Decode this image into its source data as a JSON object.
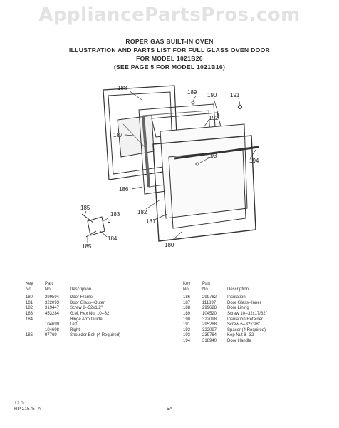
{
  "watermark": "AppliancePartsPros.com",
  "header": {
    "line1": "ROPER GAS BUILT-IN OVEN",
    "line2": "ILLUSTRATION AND PARTS LIST FOR FULL GLASS OVEN DOOR",
    "line3": "FOR MODEL 1021B26",
    "line4": "(SEE PAGE 5 FOR MODEL 1021B16)"
  },
  "callouts": [
    "188",
    "189",
    "190",
    "191",
    "187",
    "192",
    "193",
    "194",
    "186",
    "185",
    "183",
    "182",
    "181",
    "184",
    "185",
    "180"
  ],
  "table_headers": {
    "key_line1": "Key",
    "key_line2": "No.",
    "part_line1": "Part",
    "part_line2": "No.",
    "description": "Description"
  },
  "parts_left": [
    {
      "key": "180",
      "part": "299594",
      "desc": "Door Frame"
    },
    {
      "key": "181",
      "part": "322093",
      "desc": "Door Glass--Outer"
    },
    {
      "key": "182",
      "part": "319447",
      "desc": "Screw 8--32x1/2\""
    },
    {
      "key": "183",
      "part": "453284",
      "desc": "G.M. Hex Nut 10--32"
    },
    {
      "key": "184",
      "part": "",
      "desc": "Hinge Arm Guide"
    },
    {
      "key": "",
      "part": "104699",
      "desc": "Left"
    },
    {
      "key": "",
      "part": "104698",
      "desc": "Right"
    },
    {
      "key": "185",
      "part": "97769",
      "desc": "Shoulder Bolt (4 Required)"
    }
  ],
  "parts_right": [
    {
      "key": "186",
      "part": "299782",
      "desc": "Insulation"
    },
    {
      "key": "187",
      "part": "111897",
      "desc": "Door Glass--Inner"
    },
    {
      "key": "188",
      "part": "299628",
      "desc": "Door Lining"
    },
    {
      "key": "189",
      "part": "104520",
      "desc": "Screw 10--32x17/32\""
    },
    {
      "key": "190",
      "part": "322098",
      "desc": "Insulation Retainer"
    },
    {
      "key": "191",
      "part": "295288",
      "desc": "Screw 6--32x3/8\""
    },
    {
      "key": "192",
      "part": "322097",
      "desc": "Spacer (4 Required)"
    },
    {
      "key": "193",
      "part": "239764",
      "desc": "Kep Nut 8--32"
    },
    {
      "key": "194",
      "part": "318940",
      "desc": "Door Handle"
    }
  ],
  "footer": {
    "code1": "12.0.1",
    "code2": "RP 21575--A",
    "page": "-- 5A --"
  }
}
